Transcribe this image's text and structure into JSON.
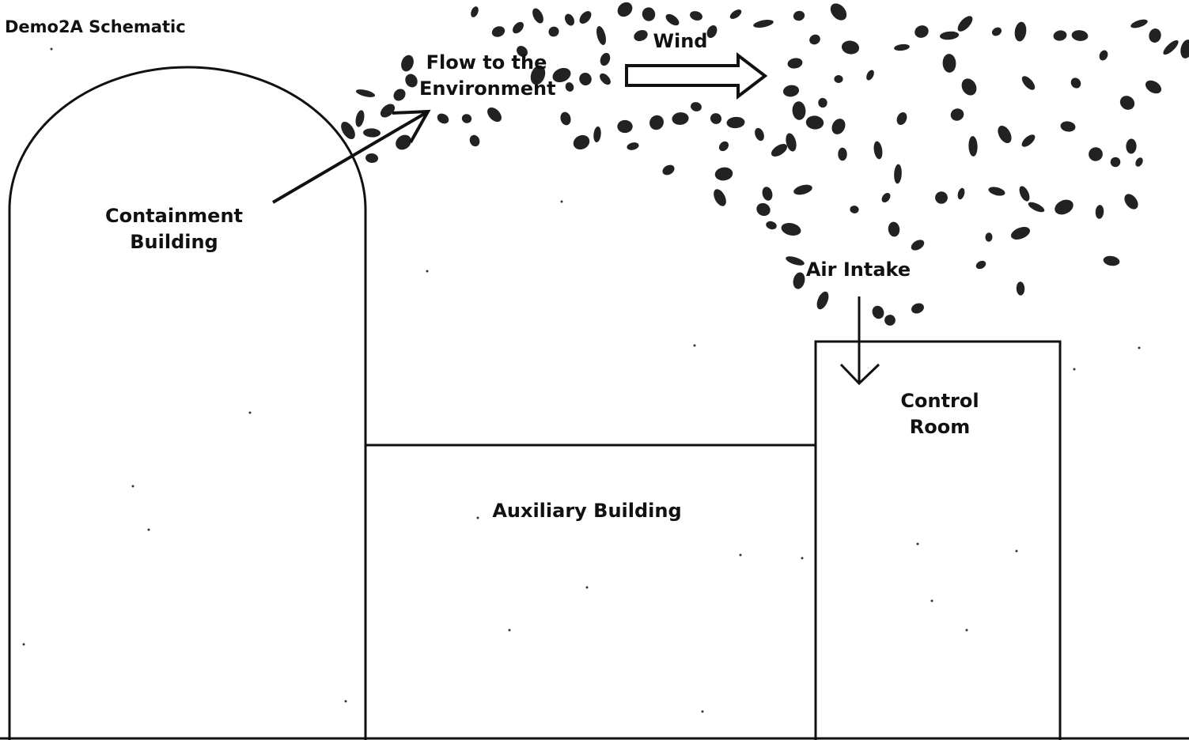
{
  "title": "Demo2A Schematic",
  "labels": {
    "flow_line1": "Flow to the",
    "flow_line2": "Environment",
    "wind": "Wind",
    "containment_line1": "Containment",
    "containment_line2": "Building",
    "air_intake": "Air Intake",
    "control_line1": "Control",
    "control_line2": "Room",
    "auxiliary": "Auxiliary Building"
  },
  "colors": {
    "ink": "#111111",
    "background": "#ffffff"
  }
}
